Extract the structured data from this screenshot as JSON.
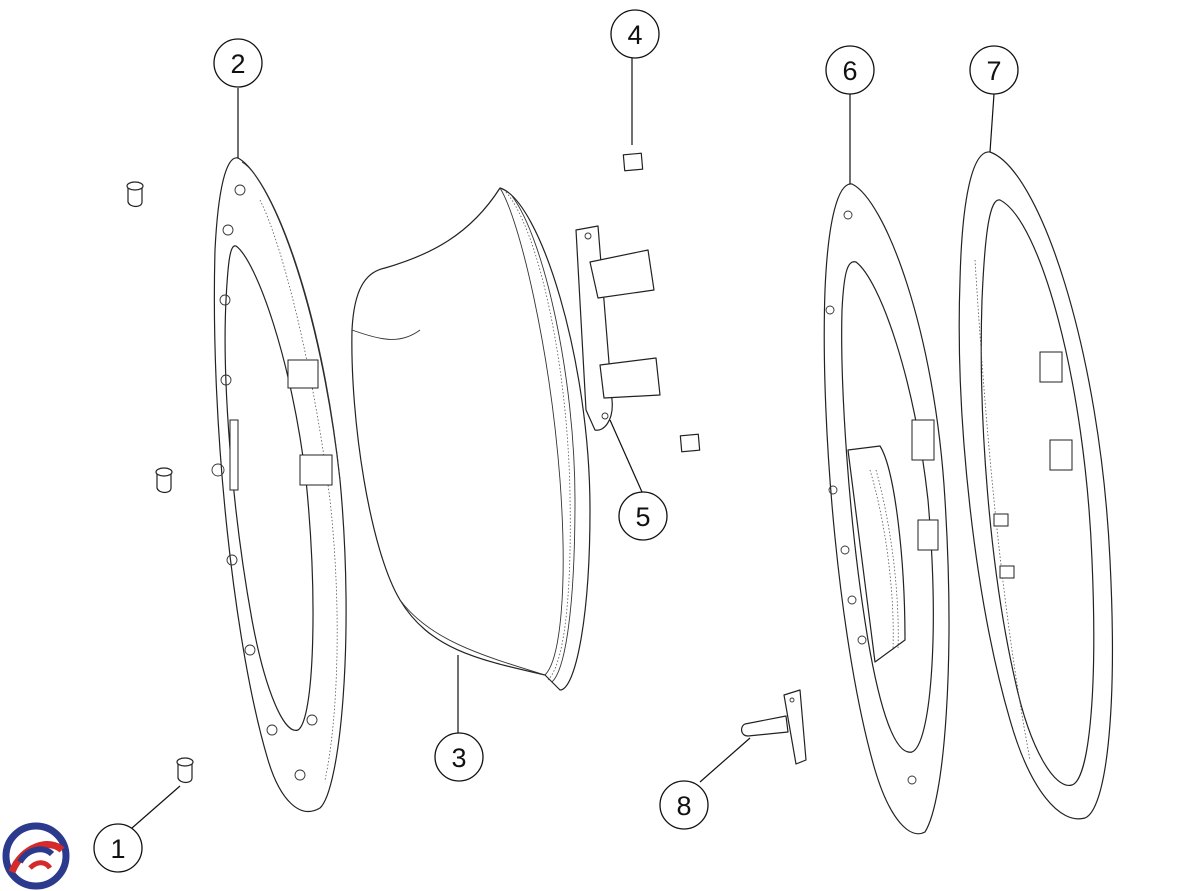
{
  "diagram": {
    "callouts": [
      {
        "id": "1",
        "label": "1"
      },
      {
        "id": "2",
        "label": "2"
      },
      {
        "id": "3",
        "label": "3"
      },
      {
        "id": "4",
        "label": "4"
      },
      {
        "id": "5",
        "label": "5"
      },
      {
        "id": "6",
        "label": "6"
      },
      {
        "id": "7",
        "label": "7"
      },
      {
        "id": "8",
        "label": "8"
      }
    ]
  },
  "colors": {
    "line": "#222222",
    "logo_blue": "#2b3a8c",
    "logo_red": "#d42a2a"
  }
}
